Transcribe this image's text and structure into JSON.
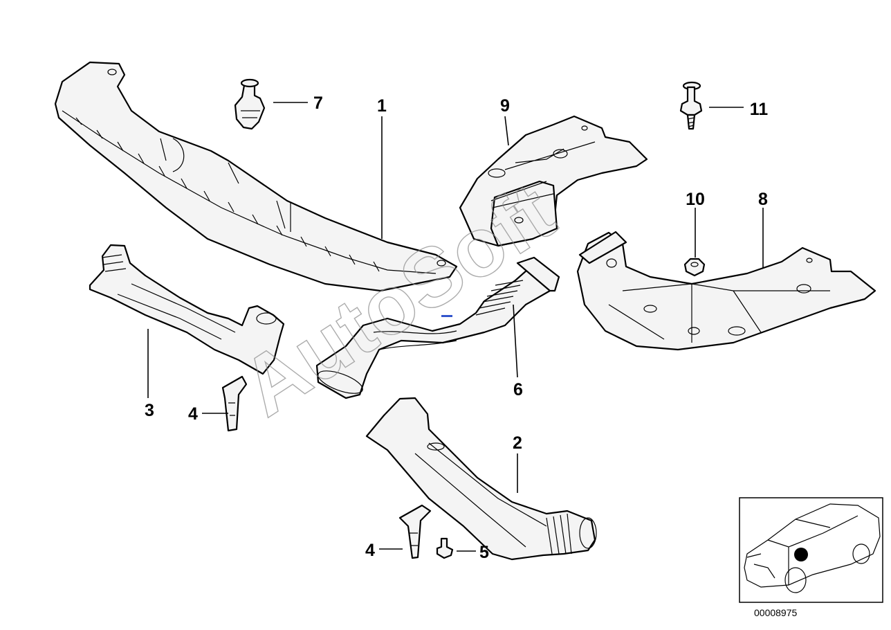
{
  "watermark": "AutoSoft",
  "diagram_code": "00008975",
  "callouts": {
    "c1": "1",
    "c2": "2",
    "c3": "3",
    "c4a": "4",
    "c4b": "4",
    "c5": "5",
    "c6": "6",
    "c7": "7",
    "c8": "8",
    "c9": "9",
    "c10": "10",
    "c11": "11"
  },
  "colors": {
    "line": "#000000",
    "part_fill": "#f4f4f4",
    "watermark": "#8a8a8a",
    "locator_dot": "#000000"
  },
  "icons": [
    "car-locator-icon"
  ]
}
